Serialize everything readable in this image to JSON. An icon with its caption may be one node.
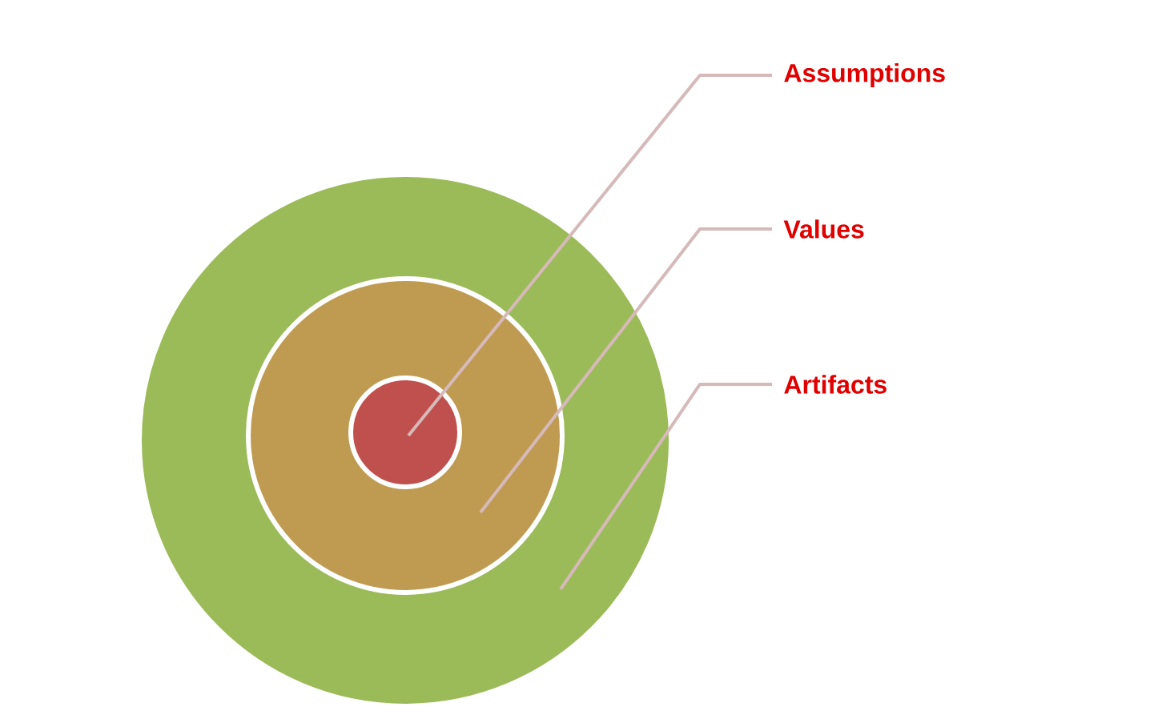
{
  "diagram": {
    "nodes": [
      {
        "text": [
          "Assumptions"
        ]
      },
      {
        "text": [
          "Values"
        ]
      },
      {
        "text": [
          "Artifacts"
        ]
      },
      {
        "text": [],
        "shape": "circle"
      },
      {
        "text": [],
        "shape": "circle",
        "in": 3
      },
      {
        "text": [],
        "shape": "circle",
        "in": 4
      }
    ],
    "edges": [
      {
        "from": 0,
        "to": 5,
        "arrow": "none"
      },
      {
        "from": 1,
        "to": 4,
        "arrow": "none"
      },
      {
        "from": 2,
        "to": 3,
        "arrow": "none"
      }
    ]
  }
}
